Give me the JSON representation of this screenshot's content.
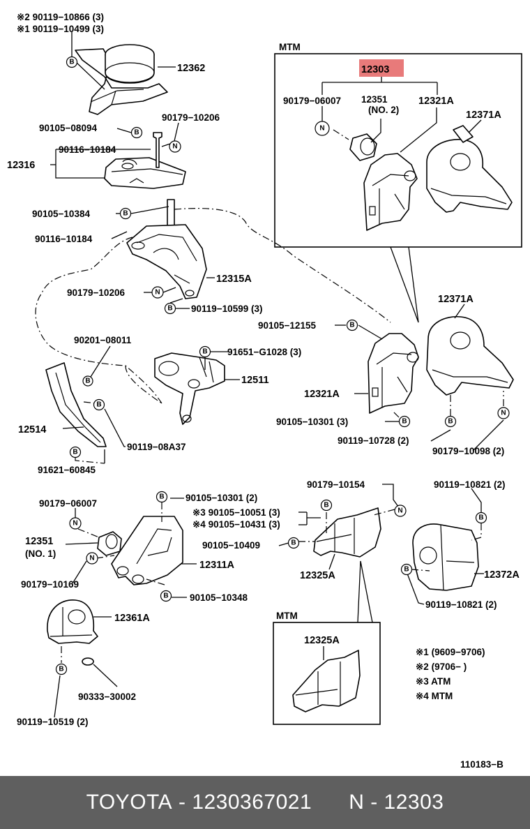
{
  "labels": {
    "l01": "※2 90119−10866 (3)",
    "l02": "※1 90119−10499 (3)",
    "l03": "12362",
    "l04": "90105−08094",
    "l05": "90179−10206",
    "l06": "90116−10184",
    "l07": "12316",
    "l08": "90105−10384",
    "l09": "90116−10184",
    "l10": "12315A",
    "l11": "90179−10206",
    "l12": "90119−10599 (3)",
    "l13": "90201−08011",
    "l14": "91651−G1028 (3)",
    "l15": "12511",
    "l16": "12514",
    "l17": "90119−08A37",
    "l18": "91621−60845",
    "l19": "MTM",
    "l20": "12303",
    "l21": "90179−06007",
    "l22": "12351",
    "l23": "(NO. 2)",
    "l24": "12321A",
    "l25": "12371A",
    "l26": "12371A",
    "l27": "90105−12155",
    "l28": "12321A",
    "l29": "90105−10301 (3)",
    "l30": "90119−10728 (2)",
    "l31": "90179−10098 (2)",
    "l32": "90179−06007",
    "l33": "90105−10301 (2)",
    "l34": "※3 90105−10051 (3)",
    "l35": "※4 90105−10431 (3)",
    "l36": "12351",
    "l37": "(NO. 1)",
    "l38": "90179−10169",
    "l39": "12311A",
    "l40": "90105−10348",
    "l41": "12361A",
    "l42": "90333−30002",
    "l43": "90119−10519 (2)",
    "l44": "90179−10154",
    "l45": "90105−10409",
    "l46": "12325A",
    "l47": "MTM",
    "l48": "12325A",
    "l49": "90119−10821 (2)",
    "l50": "12372A",
    "l51": "90119−10821 (2)",
    "l52": "110183−B"
  },
  "notes": {
    "n1": "※1  (9609−9706)",
    "n2": "※2  (9706−        )",
    "n3": "※3  ATM",
    "n4": "※4  MTM"
  },
  "symbols": {
    "bolt": "B",
    "nut": "N"
  },
  "highlight": {
    "part_number": "12303",
    "color": "#e87a7a"
  },
  "footer": {
    "brand": "TOYOTA",
    "sep1": " - ",
    "part_number": "1230367021",
    "gap": "      ",
    "code": "N - 12303"
  }
}
